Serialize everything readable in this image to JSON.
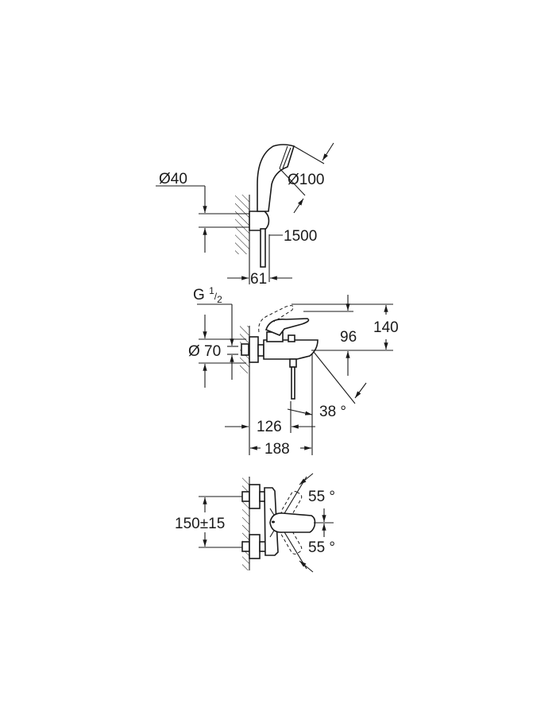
{
  "diagram": {
    "type": "technical-dimension-drawing",
    "subject": "bath/shower mixer set",
    "views": [
      {
        "id": "hand-shower-view",
        "labels": {
          "holder_diameter": "Ø40",
          "shower_head_diameter": "Ø100",
          "hose_length": "1500",
          "holder_projection": "61"
        }
      },
      {
        "id": "side-view",
        "labels": {
          "thread": "G",
          "thread_fraction_num": "1",
          "thread_fraction_den": "2",
          "rosette_diameter": "Ø 70",
          "spout_height": "96",
          "total_height": "140",
          "spout_angle": "38 °",
          "outlet_distance": "126",
          "total_depth": "188"
        }
      },
      {
        "id": "top-view",
        "labels": {
          "connection_spacing": "150±15",
          "lever_angle_up": "55 °",
          "lever_angle_down": "55 °"
        }
      }
    ]
  }
}
